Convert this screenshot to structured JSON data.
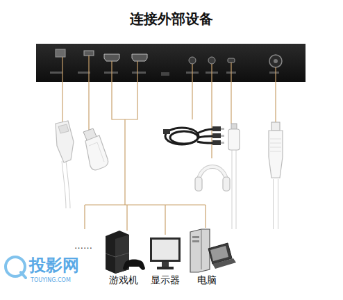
{
  "diagram": {
    "title": "连接外部设备",
    "labels": [
      "……",
      "游戏机",
      "显示器",
      "电脑",
      "投影网",
      "TOUYING.COM"
    ]
  }
}
